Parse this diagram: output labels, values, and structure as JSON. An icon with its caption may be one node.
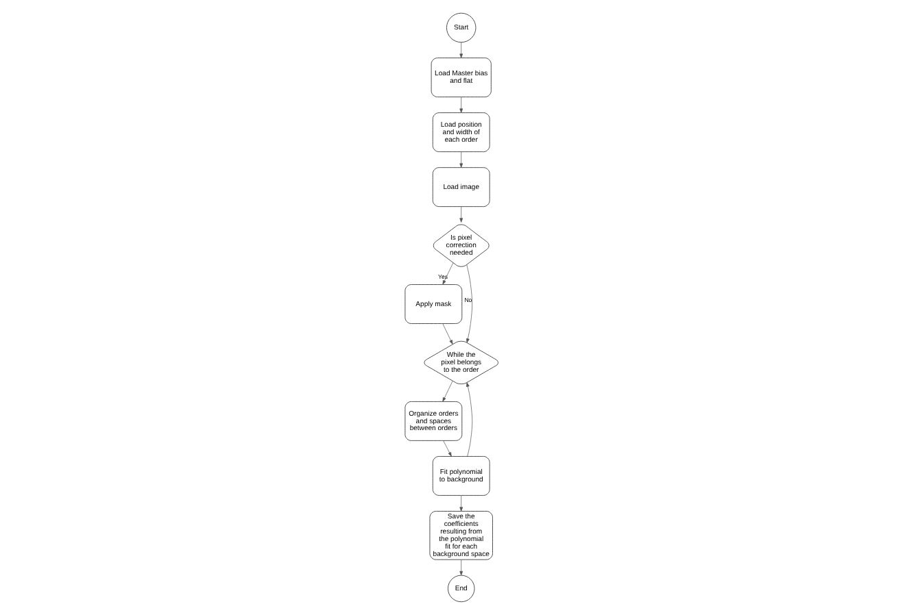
{
  "diagram": {
    "nodes": [
      {
        "text": [
          "Start"
        ]
      },
      {
        "text": [
          "Load Master bias and flat"
        ]
      },
      {
        "text": [
          "Load position and width of each order"
        ]
      },
      {
        "text": [
          "Load image"
        ]
      },
      {
        "text": [
          "Is pixel correction needed"
        ]
      },
      {
        "text": [
          "Apply mask"
        ]
      },
      {
        "text": [
          "While the pixel belongs to the order"
        ]
      },
      {
        "text": [
          "Organize orders and spaces between orders"
        ]
      },
      {
        "text": [
          "Fit polynomial to background"
        ]
      },
      {
        "text": [
          "Save the coefficients resulting from the polynomial fit for each background space"
        ]
      },
      {
        "text": [
          "End"
        ]
      }
    ],
    "edges": [
      {
        "from": 0,
        "to": 1,
        "arrow": "to"
      },
      {
        "from": 1,
        "to": 2,
        "arrow": "to"
      },
      {
        "from": 2,
        "to": 3,
        "arrow": "to"
      },
      {
        "from": 3,
        "to": 4,
        "arrow": "to"
      },
      {
        "from": 4,
        "to": 5,
        "arrow": "to",
        "label": "Yes"
      },
      {
        "from": 4,
        "to": 6,
        "arrow": "to",
        "label": "No"
      },
      {
        "from": 5,
        "to": 6,
        "arrow": "to"
      },
      {
        "from": 6,
        "to": 7,
        "arrow": "to"
      },
      {
        "from": 7,
        "to": 8,
        "arrow": "to"
      },
      {
        "from": 8,
        "to": 6,
        "arrow": "to"
      },
      {
        "from": 8,
        "to": 9,
        "arrow": "to"
      },
      {
        "from": 9,
        "to": 10,
        "arrow": "to"
      }
    ]
  }
}
